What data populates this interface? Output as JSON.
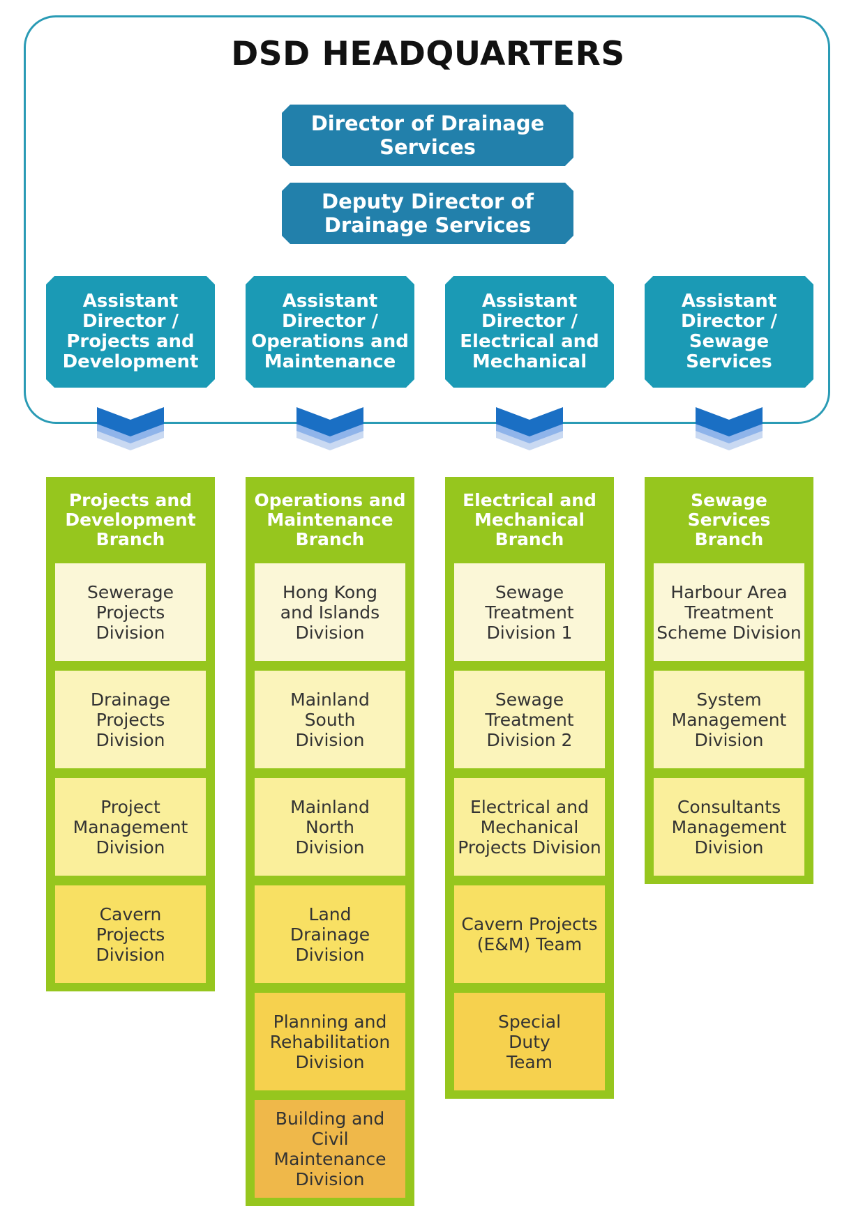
{
  "title": "DSD HEADQUARTERS",
  "director": "Director of Drainage\nServices",
  "deputy_director": "Deputy Director of\nDrainage Services",
  "assistant_directors": [
    "Assistant\nDirector /\nProjects and\nDevelopment",
    "Assistant\nDirector /\nOperations and\nMaintenance",
    "Assistant\nDirector /\nElectrical and\nMechanical",
    "Assistant\nDirector /\nSewage\nServices"
  ],
  "branches": [
    {
      "name": "Projects and\nDevelopment\nBranch",
      "divisions": [
        "Sewerage\nProjects\nDivision",
        "Drainage\nProjects\nDivision",
        "Project\nManagement\nDivision",
        "Cavern\nProjects\nDivision"
      ]
    },
    {
      "name": "Operations and\nMaintenance\nBranch",
      "divisions": [
        "Hong Kong\nand Islands\nDivision",
        "Mainland\nSouth\nDivision",
        "Mainland\nNorth\nDivision",
        "Land\nDrainage\nDivision",
        "Planning and\nRehabilitation\nDivision",
        "Building and\nCivil Maintenance\nDivision"
      ]
    },
    {
      "name": "Electrical and\nMechanical\nBranch",
      "divisions": [
        "Sewage\nTreatment\nDivision 1",
        "Sewage\nTreatment\nDivision 2",
        "Electrical and\nMechanical\nProjects Division",
        "Cavern Projects\n(E&M) Team",
        "Special\nDuty\nTeam"
      ]
    },
    {
      "name": "Sewage\nServices\nBranch",
      "divisions": [
        "Harbour Area\nTreatment\nScheme Division",
        "System\nManagement\nDivision",
        "Consultants\nManagement\nDivision"
      ]
    }
  ],
  "colors": {
    "frame": "#2a9bb5",
    "director_box": "#2280ab",
    "assistant_box": "#1b9ab5",
    "branch": "#96c61e",
    "chevron": "#1a6fc4",
    "division_shades": [
      "#fbf7d7",
      "#fbf4bb",
      "#faef9b",
      "#f8e063",
      "#f6d14e",
      "#efb84a"
    ]
  }
}
